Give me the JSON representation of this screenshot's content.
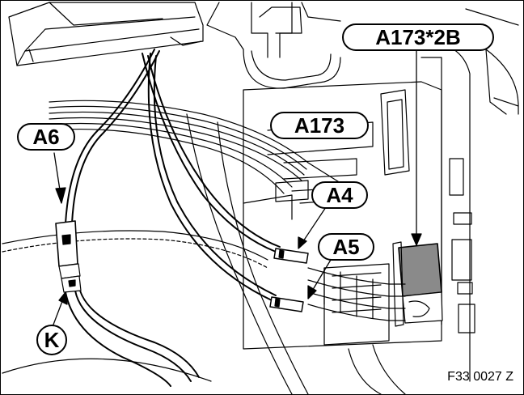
{
  "callouts": {
    "a173_2b": "A173*2B",
    "a173": "A173",
    "a6": "A6",
    "a4": "A4",
    "a5": "A5",
    "k": "K"
  },
  "figure_code": "F33 0027 Z",
  "colors": {
    "line": "#000000",
    "connector_fill": "#8a8a8a",
    "background": "#ffffff"
  }
}
